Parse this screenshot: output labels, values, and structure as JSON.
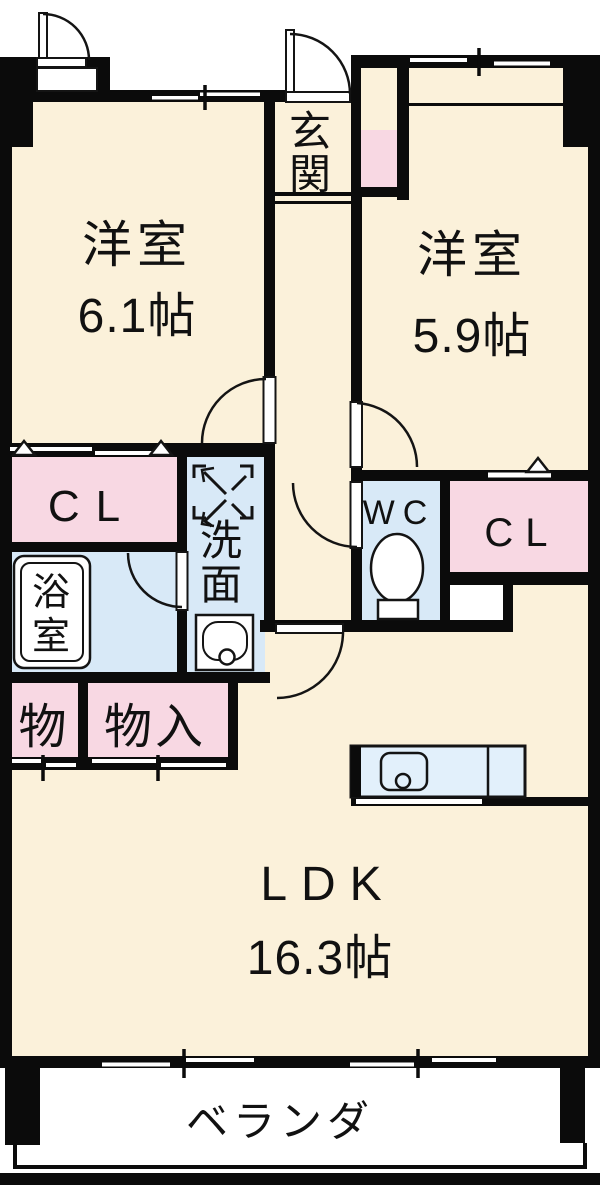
{
  "palette": {
    "floor_cream": "#FBF1DA",
    "wet_area_blue": "#D8E9F7",
    "kitchen_blue": "#E2F0FB",
    "closet_pink": "#F8D8E3",
    "wall_black": "#0B0B0B",
    "outside_white": "#FFFFFF"
  },
  "rooms": {
    "western1": {
      "name": "洋室",
      "size": "6.1帖"
    },
    "western2": {
      "name": "洋室",
      "size": "5.9帖"
    },
    "ldk": {
      "name": "LDK",
      "size": "16.3帖"
    },
    "entrance": {
      "chars": [
        "玄",
        "関"
      ]
    },
    "washroom": {
      "chars": [
        "洗",
        "面"
      ]
    },
    "bathroom": {
      "chars": [
        "浴",
        "室"
      ]
    },
    "wc": {
      "name": "WC"
    },
    "closet_left": {
      "name": "CL"
    },
    "closet_right": {
      "name": "CL"
    },
    "storage_small": {
      "name": "物"
    },
    "storage": {
      "name": "物入"
    },
    "veranda": {
      "name": "ベランダ"
    }
  }
}
